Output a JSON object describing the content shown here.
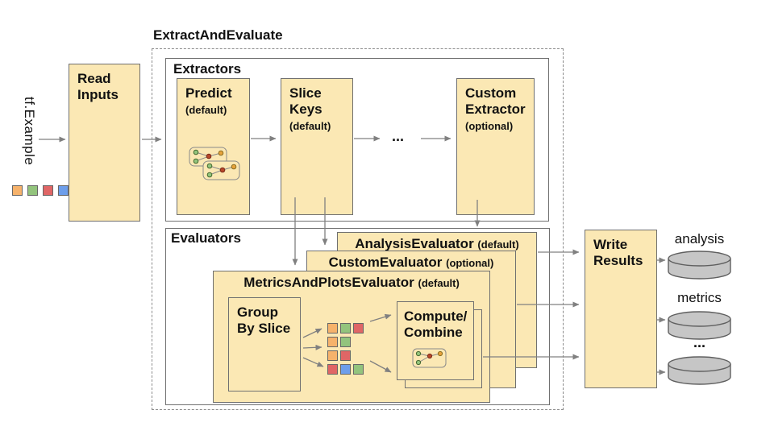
{
  "palette": {
    "orange": "#F6B26B",
    "green": "#93C47D",
    "red": "#E06666",
    "blue": "#6D9EEB",
    "box_fill": "#FBE8B4",
    "box_border": "#707070",
    "arrow": "#808080",
    "cylinder_fill": "#C6C6C6",
    "cylinder_border": "#5F5F5F"
  },
  "input": {
    "label": "tf.Example",
    "example_colors": [
      "orange",
      "green",
      "red",
      "blue"
    ]
  },
  "read_inputs": {
    "label": "Read Inputs"
  },
  "pipeline": {
    "title": "ExtractAndEvaluate"
  },
  "extractors": {
    "label": "Extractors",
    "predict": {
      "name": "Predict",
      "qualifier": "(default)"
    },
    "slice_keys": {
      "name": "Slice Keys",
      "qualifier": "(default)"
    },
    "ellipsis": "...",
    "custom_extractor": {
      "name": "Custom Extractor",
      "qualifier": "(optional)"
    }
  },
  "evaluators": {
    "label": "Evaluators",
    "analysis_evaluator": {
      "name": "AnalysisEvaluator",
      "qualifier": "(default)"
    },
    "custom_evaluator": {
      "name": "CustomEvaluator",
      "qualifier": "(optional)"
    },
    "metrics_and_plots_evaluator": {
      "name": "MetricsAndPlotsEvaluator",
      "qualifier": "(default)"
    },
    "group_by_slice": {
      "label": "Group By Slice"
    },
    "compute_combine": {
      "line1": "Compute/",
      "line2": "Combine"
    },
    "slice_groups": {
      "rows": [
        [
          "orange",
          "green",
          "red"
        ],
        [
          "orange",
          "green"
        ],
        [
          "orange",
          "red"
        ],
        [
          "red",
          "blue",
          "green"
        ]
      ]
    }
  },
  "write_results": {
    "label": "Write Results"
  },
  "outputs": [
    {
      "label": "analysis"
    },
    {
      "label": "metrics"
    },
    {
      "label": "..."
    }
  ]
}
